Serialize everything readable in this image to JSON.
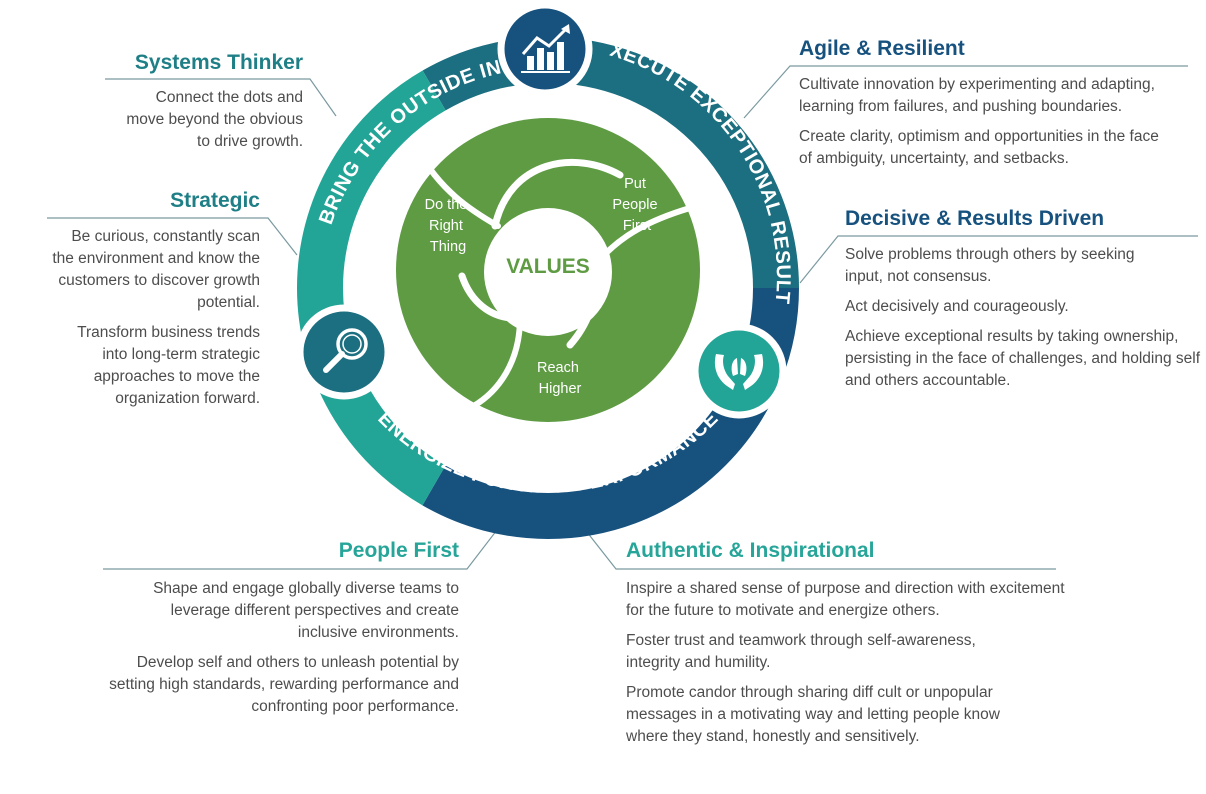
{
  "colors": {
    "teal_dark": "#1b6f80",
    "teal_mid": "#1e7f86",
    "navy": "#17527f",
    "aqua": "#22a596",
    "green": "#5e9b43",
    "green_light": "#66a548",
    "line_gray": "#7a9aa0"
  },
  "ring": {
    "arc_left_label": "BRING THE OUTSIDE IN",
    "arc_right_label": "EXECUTE EXCEPTIONAL RESULTS",
    "arc_bottom_label": "ENERGIZE FOR HIGH PERFORMANCE",
    "icons": [
      "chart-growth-icon",
      "magnifier-icon",
      "caring-hands-icon"
    ]
  },
  "values": {
    "center": "VALUES",
    "segment_1": [
      "Do the",
      "Right",
      "Thing"
    ],
    "segment_2": [
      "Put",
      "People",
      "First"
    ],
    "segment_3": [
      "Reach",
      "Higher"
    ]
  },
  "systems_thinker": {
    "title": "Systems Thinker",
    "paragraphs": [
      "Connect the dots and move beyond the obvious to drive growth."
    ]
  },
  "strategic": {
    "title": "Strategic",
    "paragraphs": [
      "Be curious, constantly scan the environment and know the customers to discover growth potential.",
      "Transform business trends into long-term strategic approaches to move the organization forward."
    ]
  },
  "agile_resilient": {
    "title": "Agile & Resilient",
    "paragraphs": [
      "Cultivate innovation by experimenting and adapting, learning from failures, and pushing boundaries.",
      "Create clarity, optimism and opportunities in the face of ambiguity, uncertainty, and setbacks."
    ]
  },
  "decisive": {
    "title": "Decisive & Results Driven",
    "paragraphs": [
      "Solve problems through others by seeking input, not consensus.",
      "Act decisively and courageously.",
      "Achieve exceptional results by taking ownership, persisting in the face of challenges, and holding self and others accountable."
    ]
  },
  "people_first": {
    "title": "People First",
    "paragraphs": [
      "Shape and engage globally diverse teams to leverage different perspectives and create inclusive environments.",
      "Develop self and others to unleash potential by setting high standards, rewarding performance and confronting poor performance."
    ]
  },
  "authentic": {
    "title": "Authentic & Inspirational",
    "paragraphs": [
      "Inspire a shared sense of purpose and direction with excitement for the future to motivate and energize others.",
      "Foster trust and teamwork through self-awareness, integrity and humility.",
      "Promote candor through sharing diff cult or unpopular messages in a motivating way and letting people know where they stand, honestly and sensitively."
    ]
  }
}
